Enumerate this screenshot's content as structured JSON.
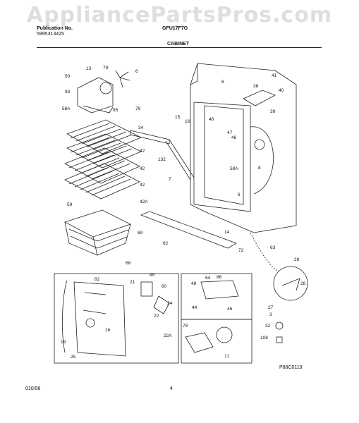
{
  "watermark": "AppliancePartsPros.com",
  "header": {
    "publication_label": "Publication No.",
    "publication_number": "5995313425",
    "model": "GFU17F7G",
    "section": "CABINET"
  },
  "footer": {
    "date_code": "010/98",
    "page_number": "4",
    "drawing_id": "P88C0119"
  },
  "callouts": [
    "50",
    "13",
    "79",
    "6",
    "93",
    "58A",
    "95",
    "79",
    "41",
    "38",
    "8",
    "40",
    "39",
    "15",
    "16",
    "34",
    "48",
    "47",
    "46",
    "8",
    "132",
    "7",
    "58A",
    "6",
    "59",
    "42",
    "42",
    "42",
    "42A",
    "69",
    "62",
    "14",
    "72",
    "68",
    "63",
    "29",
    "28",
    "82",
    "85",
    "60",
    "48",
    "64",
    "86",
    "21",
    "24",
    "22",
    "44",
    "46",
    "27",
    "3",
    "32",
    "19",
    "16",
    "22A",
    "78",
    "25",
    "77",
    "108"
  ]
}
